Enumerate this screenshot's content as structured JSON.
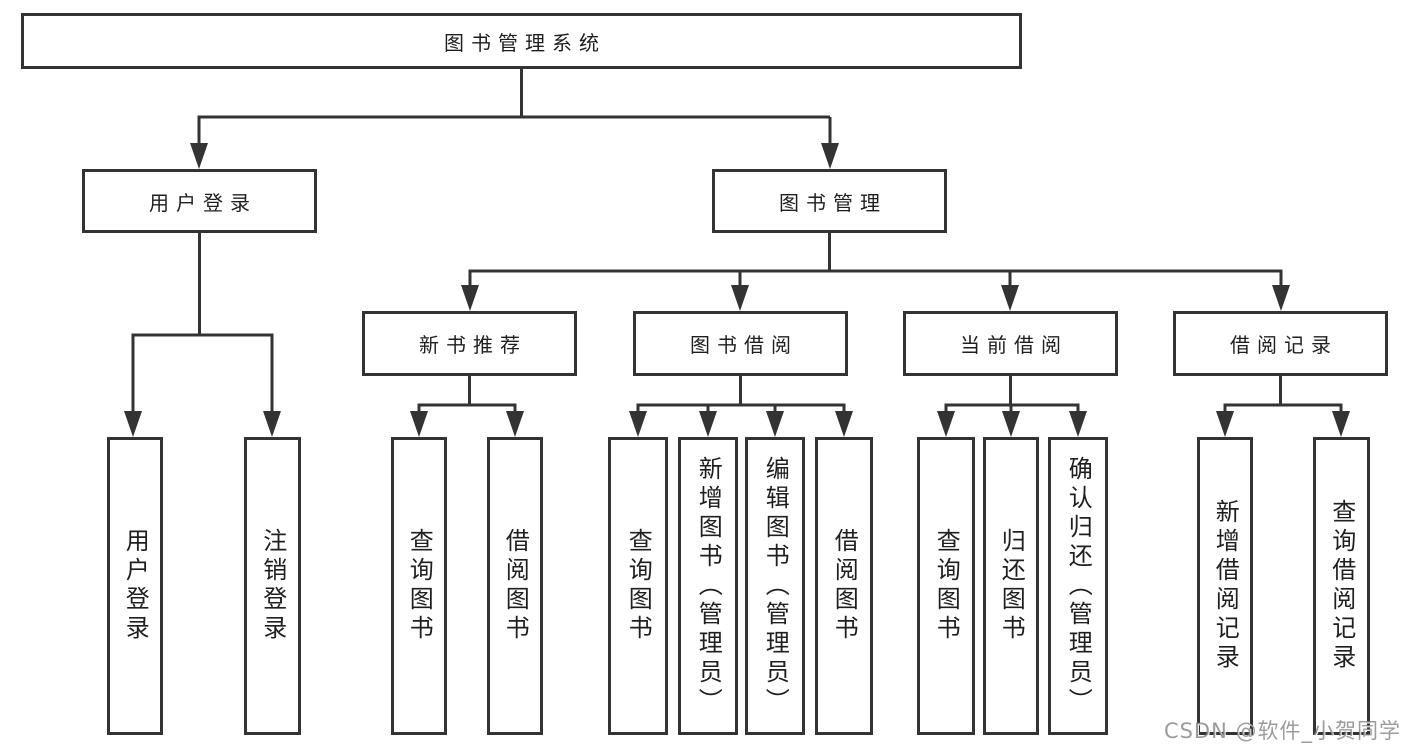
{
  "diagram": {
    "root": {
      "label": "图书管理系统"
    },
    "level2": [
      {
        "label": "用户登录"
      },
      {
        "label": "图书管理"
      }
    ],
    "level3": [
      {
        "label": "新书推荐"
      },
      {
        "label": "图书借阅"
      },
      {
        "label": "当前借阅"
      },
      {
        "label": "借阅记录"
      }
    ],
    "leaves": {
      "user_login": [
        {
          "label": "用户登录"
        },
        {
          "label": "注销登录"
        }
      ],
      "new_book_rec": [
        {
          "label": "查询图书"
        },
        {
          "label": "借阅图书"
        }
      ],
      "book_borrow": [
        {
          "label": "查询图书"
        },
        {
          "label": "新增图书（管理员）"
        },
        {
          "label": "编辑图书（管理员）"
        },
        {
          "label": "借阅图书"
        }
      ],
      "current_borrow": [
        {
          "label": "查询图书"
        },
        {
          "label": "归还图书"
        },
        {
          "label": "确认归还（管理员）"
        }
      ],
      "borrow_records": [
        {
          "label": "新增借阅记录"
        },
        {
          "label": "查询借阅记录"
        }
      ]
    }
  },
  "watermark": {
    "text": "CSDN @软件_小贺同学"
  },
  "colors": {
    "line": "#333333",
    "box_border": "#333333",
    "box_fill": "#ffffff",
    "text": "#1f1f1f",
    "background": "#ffffff",
    "watermark": "#808080"
  }
}
